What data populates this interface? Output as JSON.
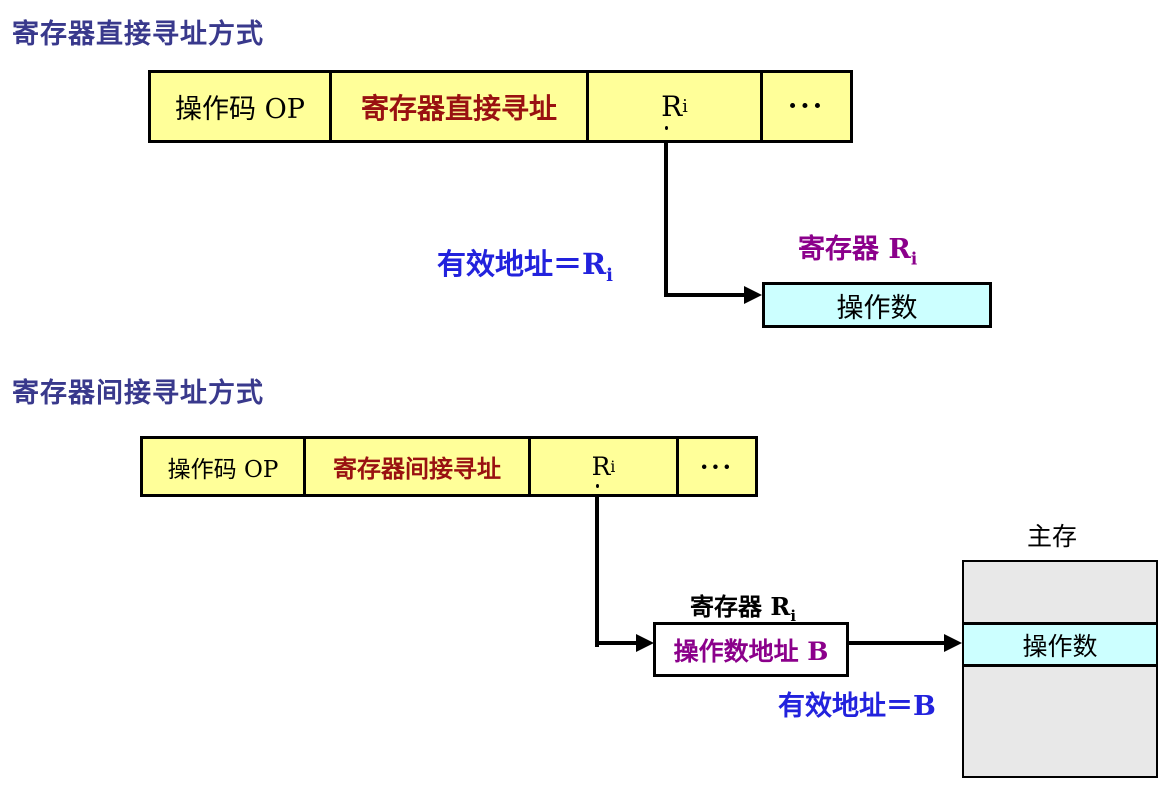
{
  "colors": {
    "title": "#39398C",
    "mode_text": "#991111",
    "effective_address_text": "#2222DD",
    "register_label_text": "#8B008B",
    "instruction_bg": "#FFFF99",
    "operand_bg": "#CCFFFF",
    "memory_bg": "#E8E8E8"
  },
  "section1": {
    "title": "寄存器直接寻址方式",
    "instruction": {
      "opcode": "操作码 OP",
      "mode": "寄存器直接寻址",
      "register_base": "R",
      "register_sub": "i",
      "ellipsis": "···"
    },
    "effective_address_base": "有效地址＝R",
    "effective_address_sub": "i",
    "register_label_base": "寄存器 R",
    "register_label_sub": "i",
    "operand": "操作数"
  },
  "section2": {
    "title": "寄存器间接寻址方式",
    "instruction": {
      "opcode": "操作码 OP",
      "mode": "寄存器间接寻址",
      "register_base": "R",
      "register_sub": "i",
      "ellipsis": "···"
    },
    "register_label_base": "寄存器 R",
    "register_label_sub": "i",
    "address_box": "操作数地址 B",
    "effective_address": "有效地址＝B",
    "memory_label": "主存",
    "memory_operand": "操作数"
  }
}
